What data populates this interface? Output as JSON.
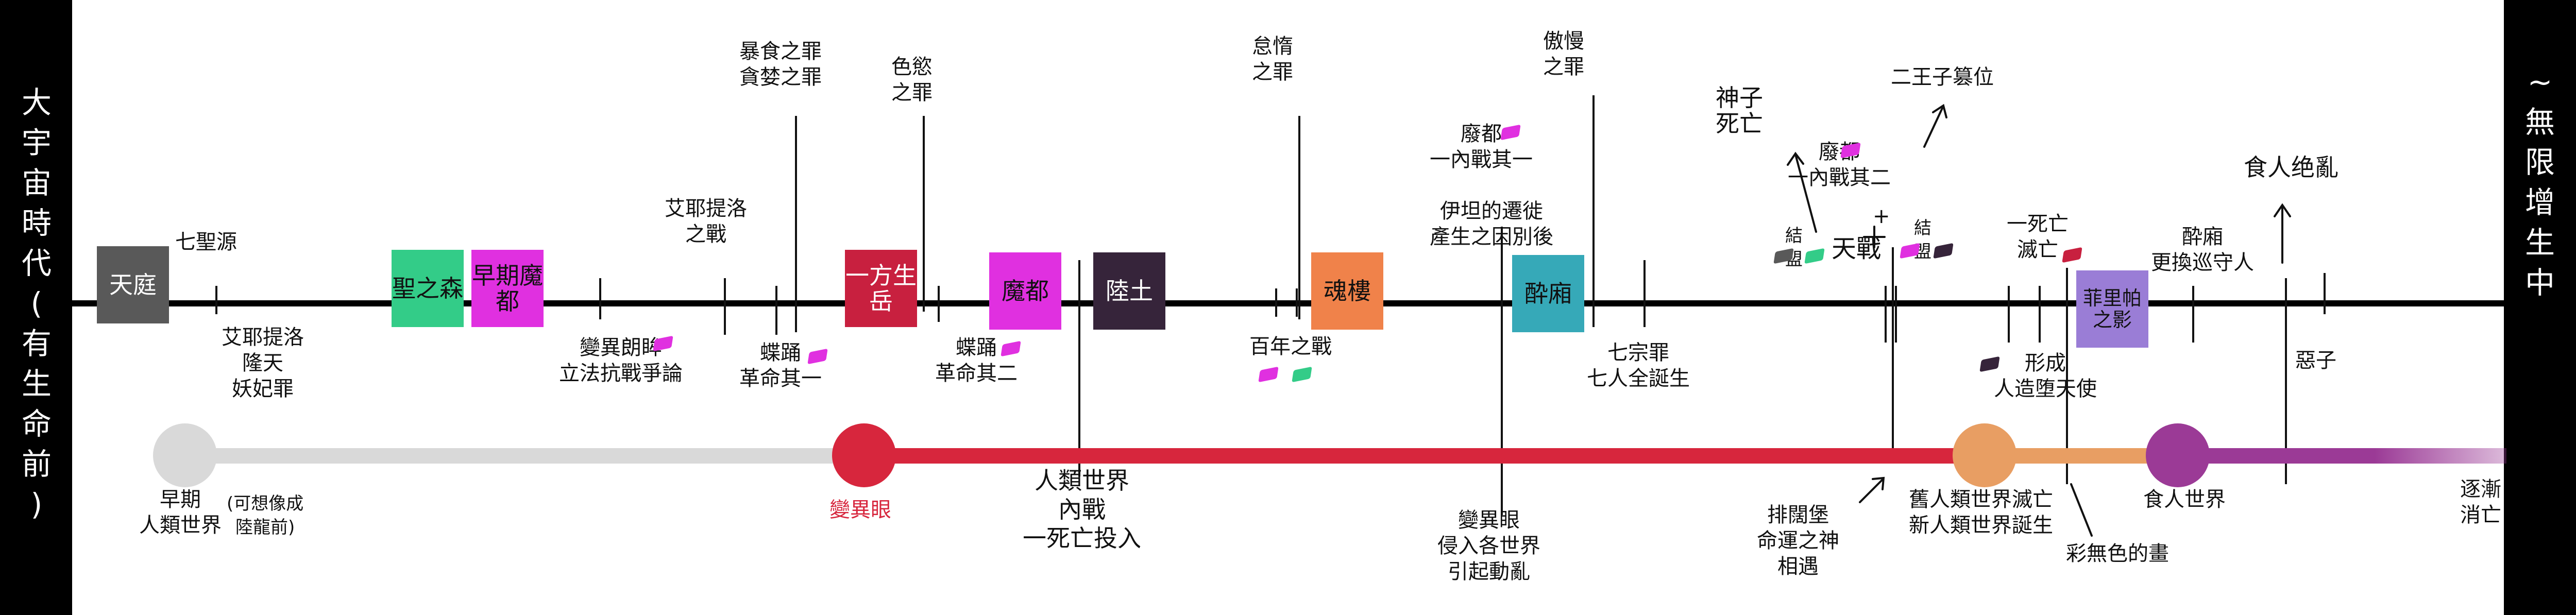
{
  "colors": {
    "ink": "#111111",
    "era_early": "#d9d9d9",
    "era_red": "#d7263d",
    "era_orange": "#e89e63",
    "era_purple": "#9b3a96",
    "magenta": "#e030e0",
    "green": "#33cc88",
    "teal": "#36a9b8",
    "orange_box": "#f0824a",
    "dark_gray": "#595959",
    "crimson": "#c8203f",
    "plum": "#36243a",
    "lavender": "#9a7dd6"
  },
  "side": {
    "left": "大宇宙時代(有生命前)",
    "right": "~無限增生中"
  },
  "boxes": [
    {
      "text": "天庭",
      "color": "#595959",
      "dark": true
    },
    {
      "text": "聖之森",
      "color": "#33cc88",
      "dark": false
    },
    {
      "text": "早期魔都",
      "color": "#e030e0",
      "dark": false
    },
    {
      "text": "一方生岳",
      "color": "#c8203f",
      "dark": false
    },
    {
      "text": "魔都",
      "color": "#e030e0",
      "dark": false
    },
    {
      "text": "陸土",
      "color": "#36243a",
      "dark": true
    },
    {
      "text": "魂樓",
      "color": "#f0824a",
      "dark": false
    },
    {
      "text": "酔廂",
      "color": "#36a9b8",
      "dark": false
    },
    {
      "text": "菲里帕之影",
      "color": "#9a7dd6",
      "dark": false
    }
  ],
  "labels": {
    "seven_saints": "七聖源",
    "ai_war_below": [
      "艾耶提洛",
      "隆天",
      "妖妃罪"
    ],
    "demon_eye_war": [
      "變異朗眸",
      "立法抗戰爭論"
    ],
    "ai_war_above": [
      "艾耶提洛",
      "之戰"
    ],
    "gluttony": [
      "暴食之罪",
      "貪婪之罪"
    ],
    "lust": [
      "色慾",
      "之罪"
    ],
    "butterfly1": [
      "蝶踊",
      "革命其一"
    ],
    "butterfly2": [
      "蝶踊",
      "革命其二"
    ],
    "sloth": [
      "怠惰",
      "之罪"
    ],
    "hundred_year_war": "百年之戰",
    "wasteland1": [
      "廢都",
      "一內戰其一"
    ],
    "migration": [
      "伊坦的遷徙",
      "產生之因別後"
    ],
    "pride": [
      "傲慢",
      "之罪"
    ],
    "seven_sins": [
      "七宗罪",
      "七人全誕生"
    ],
    "god_death": [
      "神子",
      "死亡"
    ],
    "wasteland2": [
      "廢都",
      "一內戰其二"
    ],
    "second_prince": "二王子篡位",
    "heaven_war": "天戰",
    "alliance_left": [
      "結",
      "盟"
    ],
    "alliance_right": [
      "結",
      "盟"
    ],
    "plus": "+",
    "one_death": [
      "一死亡",
      "滅亡"
    ],
    "formation": [
      "形成",
      "人造堕天使"
    ],
    "tavern": [
      "酔廂",
      "更換巡守人"
    ],
    "cannibal_slaughter": "食人绝亂",
    "evil_child": "惡子",
    "early_human": [
      "早期",
      "人類世界"
    ],
    "ancient_mythic": [
      "(可想像成",
      "陸龍前)"
    ],
    "mutant_eye": "變異眼",
    "human_world_war": [
      "人類世界",
      "內戰",
      "一死亡投入"
    ],
    "mutant_eye_invade": [
      "變異眼",
      "侵入各世界",
      "引起動亂"
    ],
    "fate_chase": [
      "排闊堡",
      "命運之神",
      "相遇"
    ],
    "old_new_world": [
      "舊人類世界滅亡",
      "新人類世界誕生"
    ],
    "rainbow_color": "彩無色的畫",
    "cannibal_world": "食人世界",
    "gradual_vanish": [
      "逐漸",
      "消亡"
    ]
  }
}
